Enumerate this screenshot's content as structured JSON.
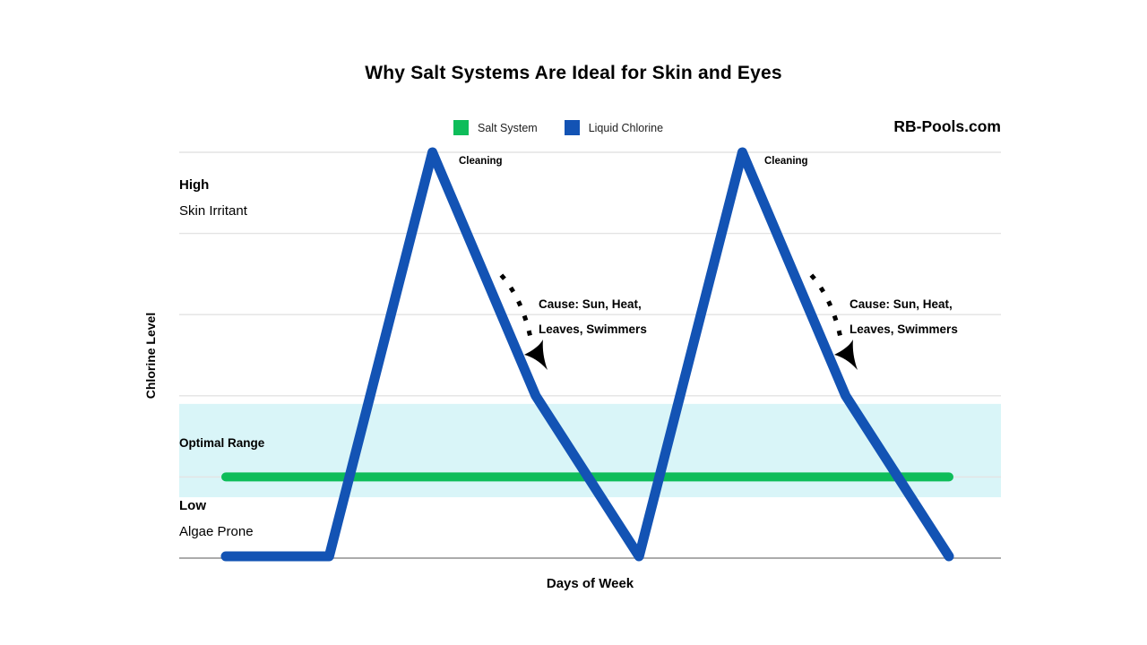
{
  "header": {
    "title": "Why Salt Systems Are Ideal for Skin and Eyes",
    "brand": "RB-Pools.com"
  },
  "legend": {
    "items": [
      {
        "label": "Salt System",
        "color": "#0ebd5a"
      },
      {
        "label": "Liquid Chlorine",
        "color": "#1353b4"
      }
    ]
  },
  "chart_data": {
    "type": "line",
    "title": "Why Salt Systems Are Ideal for Skin and Eyes",
    "xlabel": "Days of Week",
    "ylabel": "Chlorine Level",
    "x": [
      0,
      1,
      2,
      3,
      4,
      5,
      6,
      7
    ],
    "x_tick_labels_visible": false,
    "ylim": [
      0,
      10
    ],
    "y_tick_labels_visible": false,
    "gridline_values": [
      0,
      2,
      4,
      6,
      8,
      10
    ],
    "grid_color": "#e3e3e3",
    "axis_color": "#8f8f8f",
    "legend_position": "top",
    "series": [
      {
        "name": "Salt System",
        "color": "#0ebd5a",
        "stroke_width": 10,
        "values": [
          2,
          2,
          2,
          2,
          2,
          2,
          2,
          2
        ]
      },
      {
        "name": "Liquid Chlorine",
        "color": "#1353b4",
        "stroke_width": 11,
        "values": [
          0,
          0,
          10,
          4,
          0,
          10,
          4,
          0
        ]
      }
    ],
    "optimal_band": {
      "label": "Optimal Range",
      "from": 1.5,
      "to": 3.8,
      "color": "#d9f5f8"
    },
    "zones": {
      "high": {
        "title": "High",
        "subtitle": "Skin Irritant"
      },
      "low": {
        "title": "Low",
        "subtitle": "Algae Prone"
      }
    },
    "peak_labels": [
      "Cleaning",
      "Cleaning"
    ],
    "cause_annotations": [
      {
        "line1": "Cause: Sun, Heat,",
        "line2": "Leaves, Swimmers"
      },
      {
        "line1": "Cause: Sun, Heat,",
        "line2": "Leaves, Swimmers"
      }
    ]
  }
}
